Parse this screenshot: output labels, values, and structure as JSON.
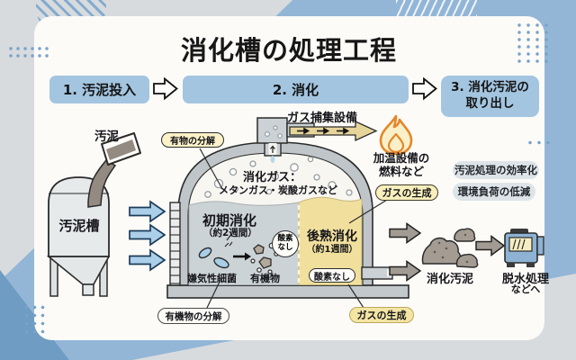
{
  "title": "消化槽の処理工程",
  "steps": {
    "s1": "1. 汚泥投入",
    "s2": "2. 消化",
    "s3": "3. 消化汚泥の\n取り出し"
  },
  "left": {
    "sludge": "汚泥",
    "sludge_tank": "汚泥槽"
  },
  "digester": {
    "decomp_callout": "有物の分解",
    "gas_collection": "ガス捕集設備",
    "gas_title": "消化ガス：",
    "gas_detail": "メタンガス・炭酸ガスなど",
    "initial_title": "初期消化",
    "initial_duration": "（約2週間）",
    "anaerobic_bacteria": "嫌気性細菌",
    "organic_matter": "有機物",
    "oxygen_badge": "酸素\nなし",
    "late_title": "後熟消化",
    "late_duration": "（約1週間）",
    "oxygen_pill": "酸素なし",
    "organic_decomp_callout": "有機物の分解",
    "gas_callout_right": "ガスの生成",
    "gas_callout_bottom": "ガスの生成"
  },
  "right": {
    "fuel": "加温設備の\n燃料など",
    "benefits": [
      "汚泥処理の効率化",
      "環境負荷の低減"
    ],
    "digested_sludge": "消化汚泥",
    "dewatering": "脱水処理",
    "dewatering_sub": "などへ"
  },
  "icons": [
    "flame-icon",
    "pour-cup-icon",
    "sludge-tank-icon",
    "digester-tank-icon",
    "gas-capture-pipe-icon",
    "bacteria-icon",
    "organic-matter-icon",
    "sludge-pile-icon",
    "dewatering-machine-icon",
    "flow-arrow-icon"
  ],
  "colors": {
    "bg_gray": "#d8dbdd",
    "bg_blue": "#93b6d7",
    "card": "#fcfbf8",
    "step_box": "#a3c5e0",
    "liquid_gray": "#ccd3d6",
    "liquid_yellow": "#f1df9d",
    "callout_yellow": "#f9efbd",
    "flame_orange": "#e5872a",
    "machine_blue": "#8db2d3",
    "arrow_blue": "#abcfe9",
    "arrow_gray": "#a29b93"
  }
}
